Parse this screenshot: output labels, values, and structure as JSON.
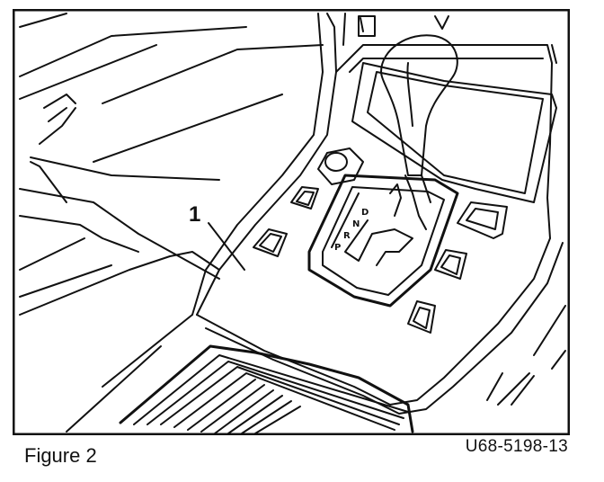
{
  "figure": {
    "caption": "Figure 2",
    "reference_code": "U68-5198-13",
    "callout_label": "1",
    "gear_letters": [
      "P",
      "R",
      "N",
      "D"
    ],
    "switch_icons": [
      "rear-defrost-icon",
      "seat-heater-icon",
      "traction-control-icon",
      "seat-heater-icon"
    ],
    "colors": {
      "ink": "#111111",
      "paper": "#ffffff"
    }
  }
}
